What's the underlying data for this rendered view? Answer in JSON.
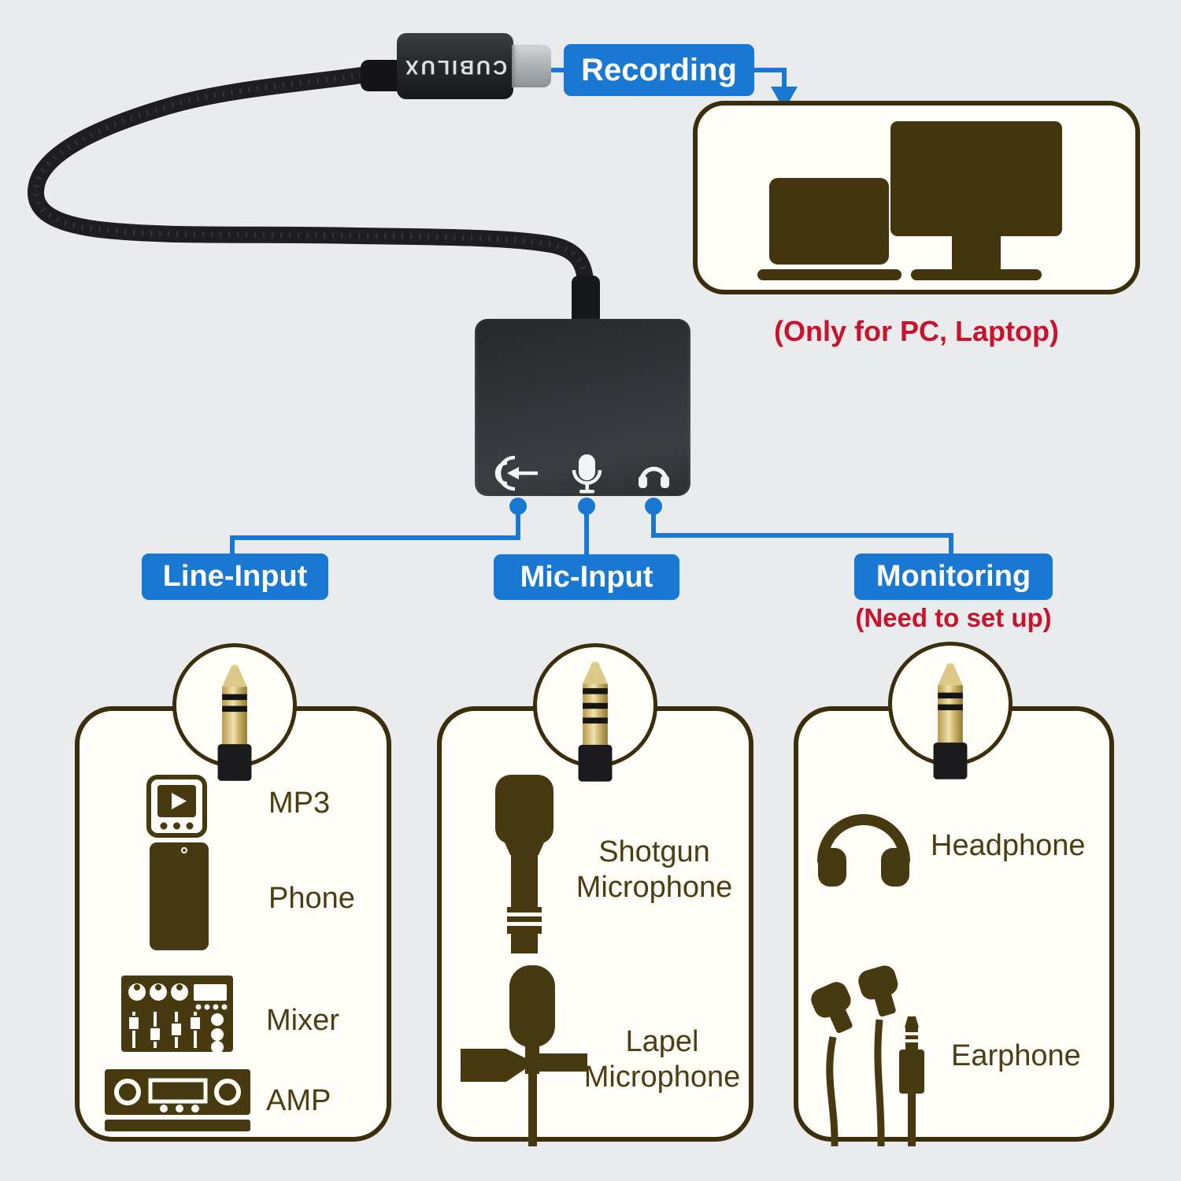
{
  "colors": {
    "background": "#e9ebed",
    "accent_blue": "#1878d2",
    "outline_brown": "#3a2e0c",
    "icon_brown": "#473a10",
    "alert_red": "#c9122b",
    "device_text": "#4c3d12"
  },
  "connector": {
    "brand": "CUBILUX",
    "type_icon": "usb-c-plug-icon"
  },
  "flow": {
    "recording_label": "Recording",
    "pc_caption": "(Only for PC, Laptop)",
    "pc_icons": [
      "laptop-icon",
      "monitor-icon"
    ]
  },
  "ports": [
    {
      "label": "Line-Input",
      "icon": "line-in-icon"
    },
    {
      "label": "Mic-Input",
      "icon": "microphone-icon"
    },
    {
      "label": "Monitoring",
      "icon": "headphone-icon",
      "note": "(Need to set up)"
    }
  ],
  "device_boxes": [
    {
      "plug_icon": "trs-jack-icon",
      "items": [
        {
          "icon": "mp3-player-icon",
          "label": "MP3"
        },
        {
          "icon": "smartphone-icon",
          "label": "Phone"
        },
        {
          "icon": "mixer-icon",
          "label": "Mixer"
        },
        {
          "icon": "amplifier-icon",
          "label": "AMP"
        }
      ]
    },
    {
      "plug_icon": "trrs-jack-icon",
      "items": [
        {
          "icon": "shotgun-mic-icon",
          "label": "Shotgun Microphone"
        },
        {
          "icon": "lapel-mic-icon",
          "label": "Lapel Microphone"
        }
      ]
    },
    {
      "plug_icon": "trs-jack-icon",
      "items": [
        {
          "icon": "headphones-icon",
          "label": "Headphone"
        },
        {
          "icon": "earbuds-icon",
          "label": "Earphone"
        }
      ]
    }
  ]
}
